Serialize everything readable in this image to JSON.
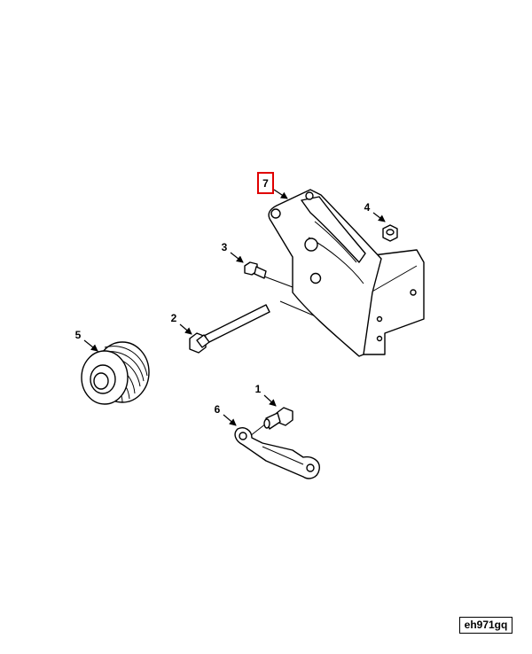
{
  "callouts": [
    {
      "id": "c7",
      "label": "7",
      "part": "mounting-bracket",
      "highlighted": true
    },
    {
      "id": "c4",
      "label": "4",
      "part": "nut"
    },
    {
      "id": "c3",
      "label": "3",
      "part": "short-bolt"
    },
    {
      "id": "c2",
      "label": "2",
      "part": "long-bolt"
    },
    {
      "id": "c5",
      "label": "5",
      "part": "pulley"
    },
    {
      "id": "c1",
      "label": "1",
      "part": "stud-bolt"
    },
    {
      "id": "c6",
      "label": "6",
      "part": "support-strap"
    }
  ],
  "reference_code": "eh971gq",
  "colors": {
    "line": "#000000",
    "highlight_box": "#e00000",
    "background": "#ffffff"
  }
}
